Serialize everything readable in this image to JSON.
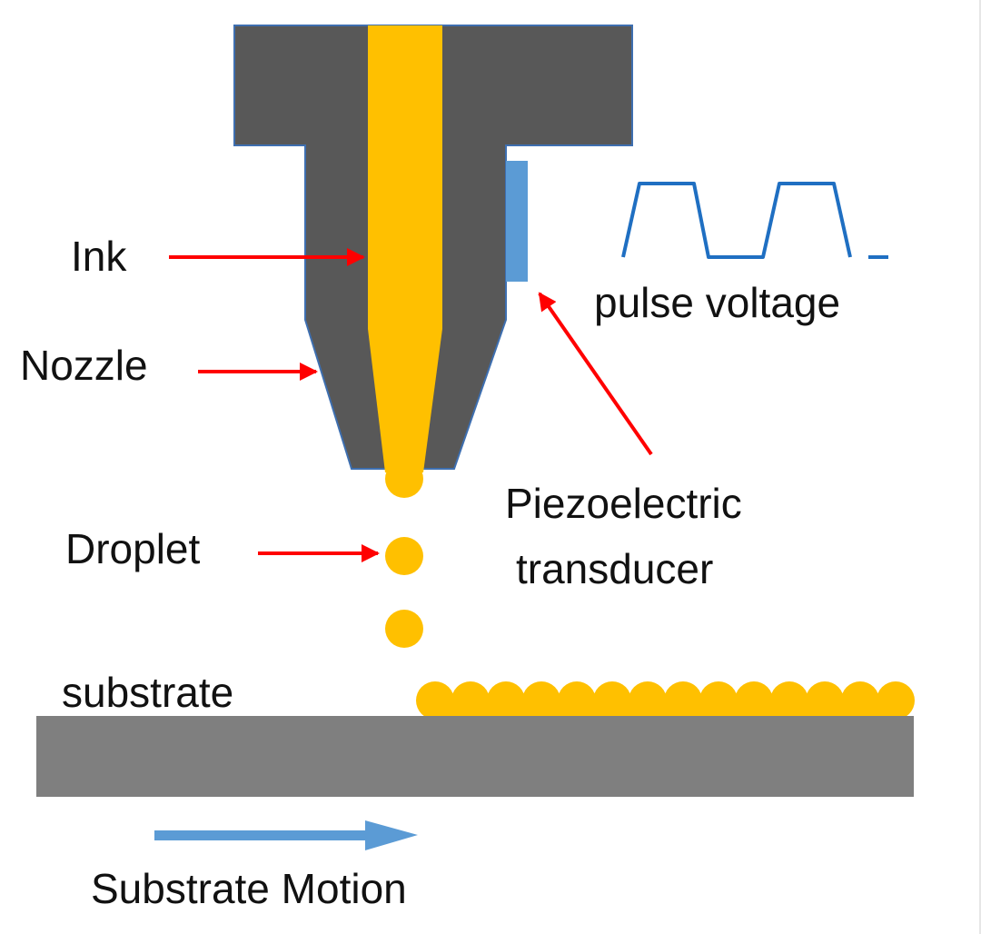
{
  "labels": {
    "ink": "Ink",
    "nozzle": "Nozzle",
    "droplet": "Droplet",
    "substrate": "substrate",
    "pulse_voltage": "pulse voltage",
    "piezo_line1": "Piezoelectric",
    "piezo_line2": "transducer",
    "substrate_motion": "Substrate Motion"
  },
  "colors": {
    "nozzle_body": "#585858",
    "nozzle_outline": "#3e6fb0",
    "ink": "#ffc000",
    "transducer": "#5b9bd5",
    "pulse_line": "#1f6fc2",
    "arrow_red": "#ff0000",
    "substrate": "#7f7f7f",
    "motion_arrow": "#5b9bd5"
  }
}
